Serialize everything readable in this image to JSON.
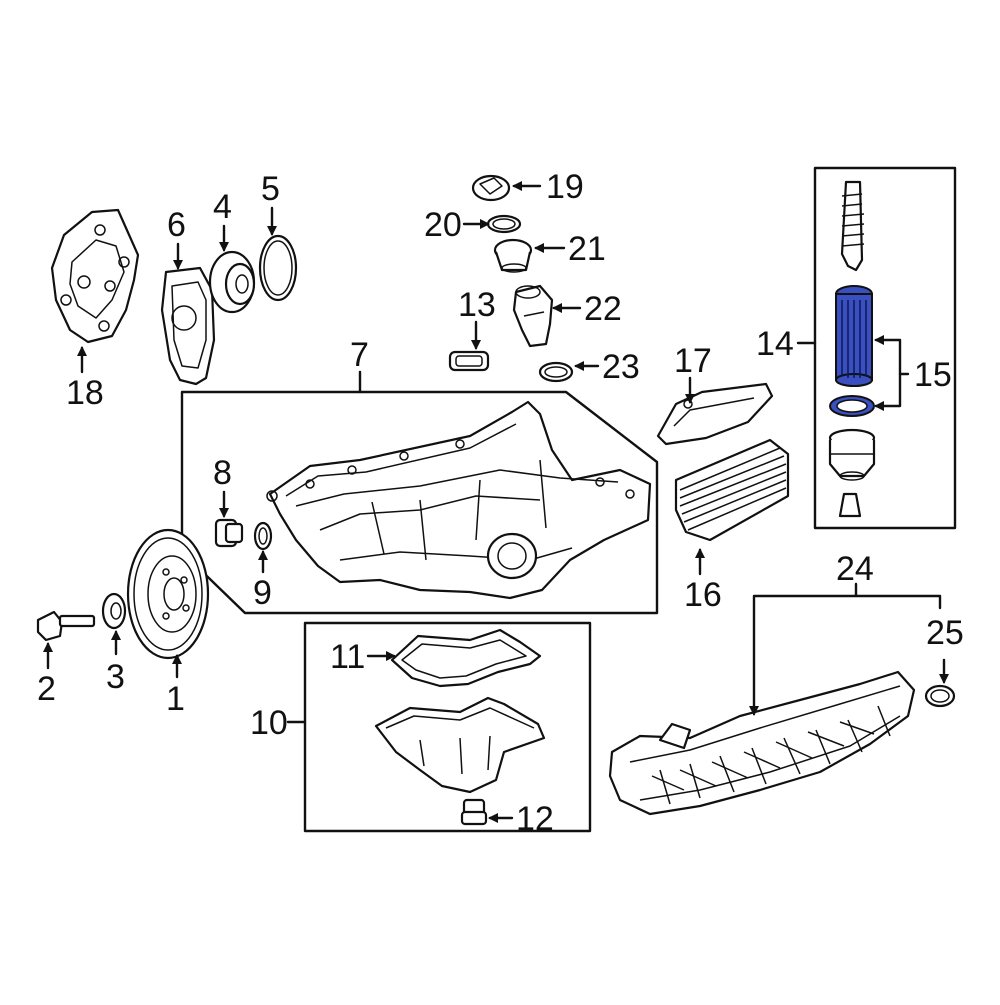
{
  "diagram": {
    "callouts": {
      "c1": "1",
      "c2": "2",
      "c3": "3",
      "c4": "4",
      "c5": "5",
      "c6": "6",
      "c7": "7",
      "c8": "8",
      "c9": "9",
      "c10": "10",
      "c11": "11",
      "c12": "12",
      "c13": "13",
      "c14": "14",
      "c15": "15",
      "c16": "16",
      "c17": "17",
      "c18": "18",
      "c19": "19",
      "c20": "20",
      "c21": "21",
      "c22": "22",
      "c23": "23",
      "c24": "24",
      "c25": "25"
    },
    "colors": {
      "line": "#111111",
      "highlight": "#3a4fc0",
      "background": "#ffffff"
    }
  }
}
